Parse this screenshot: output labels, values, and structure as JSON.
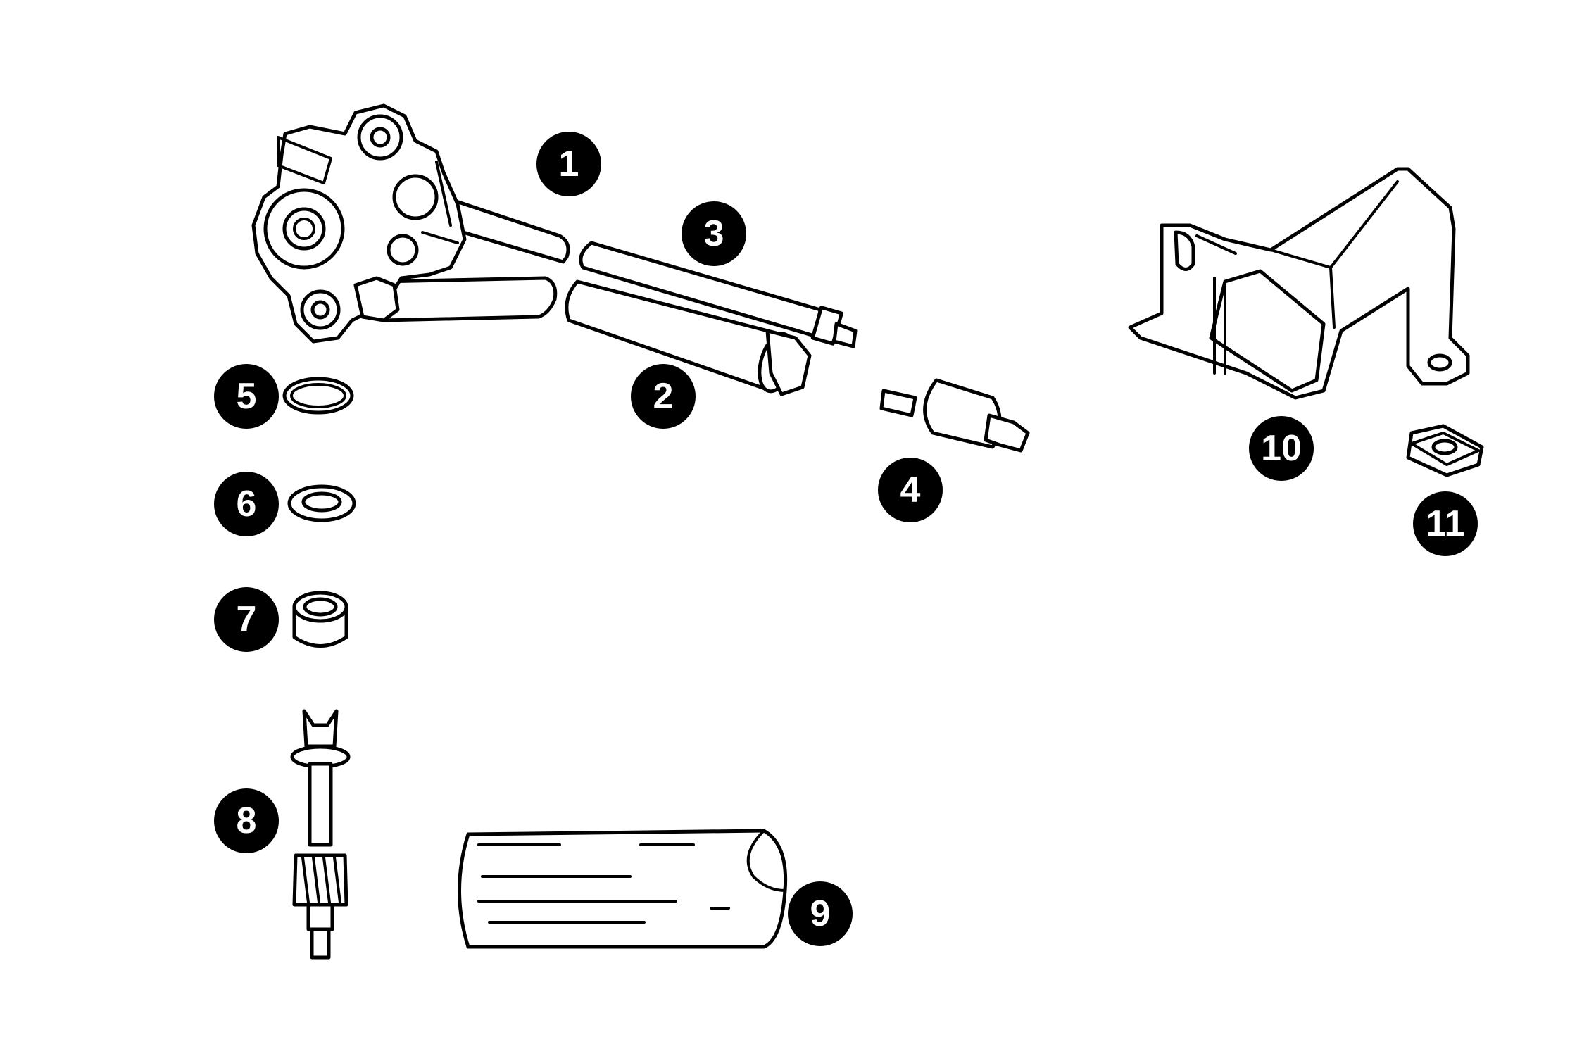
{
  "colors": {
    "line": "#000000",
    "background": "#ffffff",
    "callout_fill": "#000000",
    "callout_text": "#ffffff"
  },
  "callouts": [
    "1",
    "2",
    "3",
    "4",
    "5",
    "6",
    "7",
    "8",
    "9",
    "10",
    "11"
  ]
}
